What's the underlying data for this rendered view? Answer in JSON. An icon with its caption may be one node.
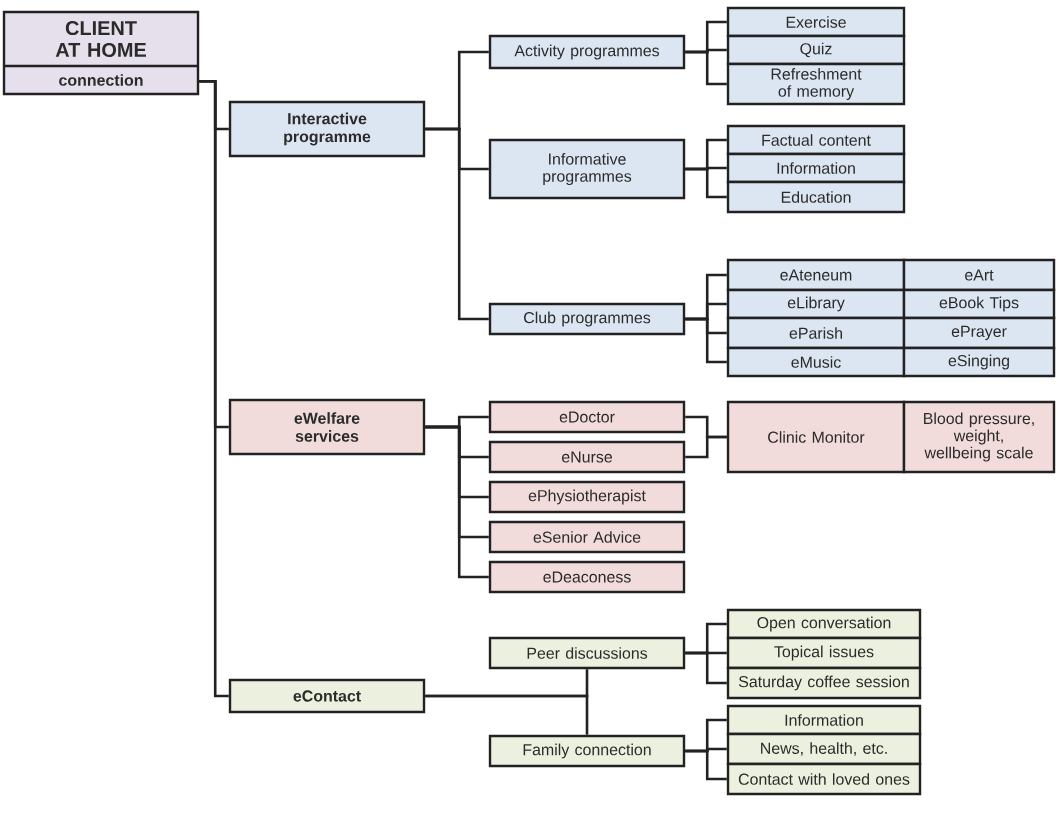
{
  "diagram": {
    "nodes": [
      {
        "text": [
          "CLIENT AT HOME",
          "connection"
        ]
      },
      {
        "text": [
          "Interactive programme"
        ]
      },
      {
        "text": [
          "Activity programmes"
        ]
      },
      {
        "text": [
          "Exercise"
        ]
      },
      {
        "text": [
          "Quiz"
        ]
      },
      {
        "text": [
          "Refreshment of memory"
        ]
      },
      {
        "text": [
          "Informative programmes"
        ]
      },
      {
        "text": [
          "Factual content"
        ]
      },
      {
        "text": [
          "Information"
        ]
      },
      {
        "text": [
          "Education"
        ]
      },
      {
        "text": [
          "Club programmes"
        ]
      },
      {
        "text": [
          "eAteneum"
        ]
      },
      {
        "text": [
          "eArt"
        ]
      },
      {
        "text": [
          "eLibrary"
        ]
      },
      {
        "text": [
          "eBook Tips"
        ]
      },
      {
        "text": [
          "eParish"
        ]
      },
      {
        "text": [
          "ePrayer"
        ]
      },
      {
        "text": [
          "eMusic"
        ]
      },
      {
        "text": [
          "eSinging"
        ]
      },
      {
        "text": [
          "eWelfare services"
        ]
      },
      {
        "text": [
          "eDoctor"
        ]
      },
      {
        "text": [
          "Clinic Monitor"
        ]
      },
      {
        "text": [
          "Blood pressure, weight, wellbeing scale"
        ]
      },
      {
        "text": [
          "eNurse"
        ]
      },
      {
        "text": [
          "ePhysiotherapist"
        ]
      },
      {
        "text": [
          "eSenior Advice"
        ]
      },
      {
        "text": [
          "eDeaconess"
        ]
      },
      {
        "text": [
          "eContact"
        ]
      },
      {
        "text": [
          "Peer discussions"
        ]
      },
      {
        "text": [
          "Open conversation"
        ]
      },
      {
        "text": [
          "Topical issues"
        ]
      },
      {
        "text": [
          "Saturday coffee session"
        ]
      },
      {
        "text": [
          "Family connection"
        ]
      },
      {
        "text": [
          "Information"
        ]
      },
      {
        "text": [
          "News, health, etc."
        ]
      },
      {
        "text": [
          "Contact with loved ones"
        ]
      }
    ],
    "edges": [
      {
        "from": 0,
        "to": 1,
        "arrow": "none"
      },
      {
        "from": 0,
        "to": 19,
        "arrow": "none"
      },
      {
        "from": 0,
        "to": 27,
        "arrow": "none"
      },
      {
        "from": 1,
        "to": 2,
        "arrow": "none"
      },
      {
        "from": 1,
        "to": 6,
        "arrow": "none"
      },
      {
        "from": 1,
        "to": 10,
        "arrow": "none"
      },
      {
        "from": 2,
        "to": 3,
        "arrow": "none"
      },
      {
        "from": 2,
        "to": 4,
        "arrow": "none"
      },
      {
        "from": 2,
        "to": 5,
        "arrow": "none"
      },
      {
        "from": 6,
        "to": 7,
        "arrow": "none"
      },
      {
        "from": 6,
        "to": 8,
        "arrow": "none"
      },
      {
        "from": 6,
        "to": 9,
        "arrow": "none"
      },
      {
        "from": 10,
        "to": 11,
        "arrow": "none"
      },
      {
        "from": 10,
        "to": 13,
        "arrow": "none"
      },
      {
        "from": 10,
        "to": 15,
        "arrow": "none"
      },
      {
        "from": 10,
        "to": 17,
        "arrow": "none"
      },
      {
        "from": 19,
        "to": 20,
        "arrow": "none"
      },
      {
        "from": 19,
        "to": 23,
        "arrow": "none"
      },
      {
        "from": 19,
        "to": 24,
        "arrow": "none"
      },
      {
        "from": 19,
        "to": 25,
        "arrow": "none"
      },
      {
        "from": 19,
        "to": 26,
        "arrow": "none"
      },
      {
        "from": 20,
        "to": 21,
        "arrow": "none"
      },
      {
        "from": 23,
        "to": 21,
        "arrow": "none"
      },
      {
        "from": 27,
        "to": 28,
        "arrow": "none"
      },
      {
        "from": 27,
        "to": 32,
        "arrow": "none"
      },
      {
        "from": 28,
        "to": 29,
        "arrow": "none"
      },
      {
        "from": 28,
        "to": 30,
        "arrow": "none"
      },
      {
        "from": 28,
        "to": 31,
        "arrow": "none"
      },
      {
        "from": 32,
        "to": 33,
        "arrow": "none"
      },
      {
        "from": 32,
        "to": 34,
        "arrow": "none"
      },
      {
        "from": 32,
        "to": 35,
        "arrow": "none"
      }
    ]
  }
}
